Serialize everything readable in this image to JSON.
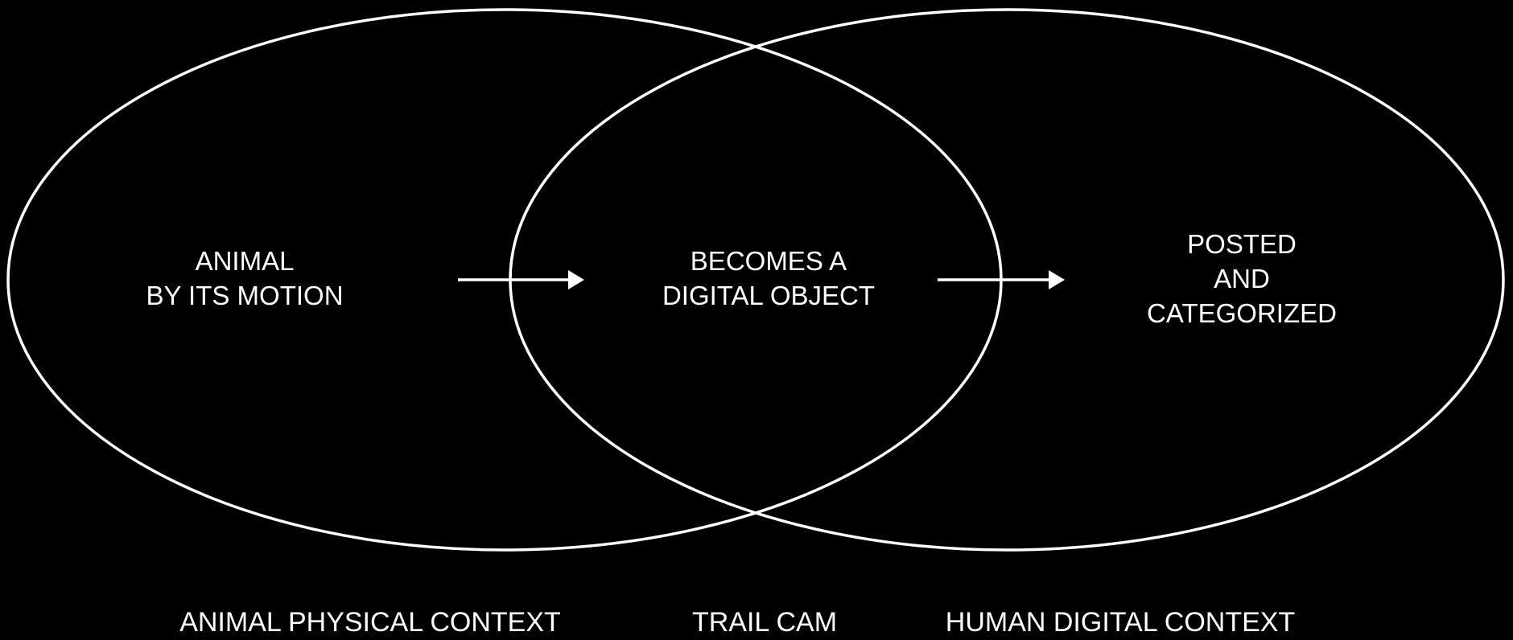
{
  "colors": {
    "background": "#000000",
    "foreground": "#ffffff"
  },
  "nodes": {
    "animal": {
      "lines": [
        "ANIMAL",
        "BY ITS MOTION"
      ]
    },
    "digital_object": {
      "lines": [
        "BECOMES A",
        "DIGITAL OBJECT"
      ]
    },
    "posted": {
      "lines": [
        "POSTED",
        "AND",
        "CATEGORIZED"
      ]
    }
  },
  "captions": {
    "left": "ANIMAL PHYSICAL CONTEXT",
    "middle": "TRAIL CAM",
    "right": "HUMAN DIGITAL CONTEXT"
  }
}
